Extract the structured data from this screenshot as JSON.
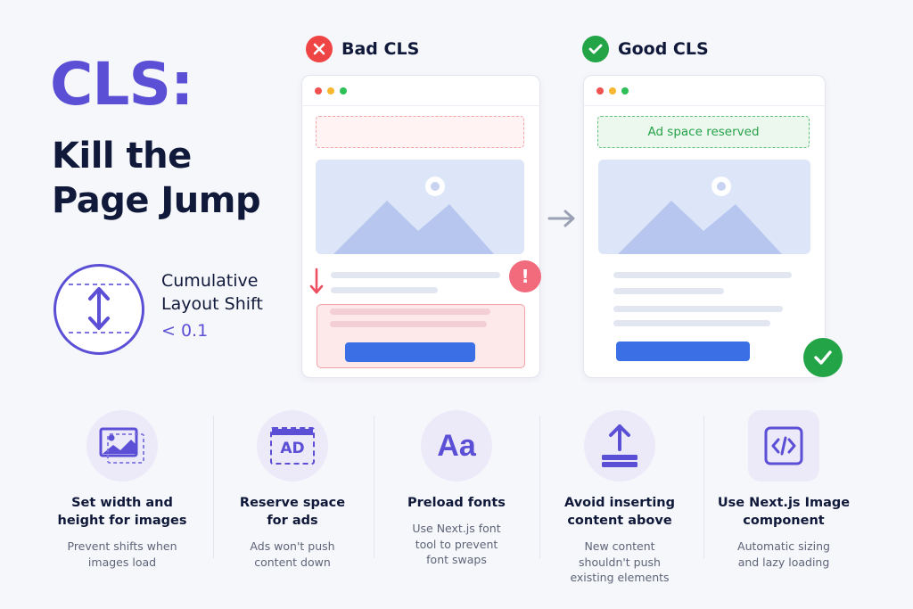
{
  "title": {
    "main": "CLS:",
    "sub_line1": "Kill the",
    "sub_line2": "Page Jump"
  },
  "metric": {
    "line1": "Cumulative",
    "line2": "Layout Shift",
    "value": "< 0.1",
    "icon": "vertical-double-arrow-icon"
  },
  "bad": {
    "label": "Bad CLS",
    "badge_icon": "x-icon",
    "badge_color": "#ef4444"
  },
  "good": {
    "label": "Good CLS",
    "badge_icon": "check-icon",
    "badge_color": "#22a447",
    "ad_label": "Ad space reserved"
  },
  "colors": {
    "accent": "#5b4fd6",
    "cta_blue": "#3b6fe5",
    "bad_red": "#ef4444",
    "good_green": "#22a447"
  },
  "tips": [
    {
      "icon": "image-frame-icon",
      "title_line1": "Set width and",
      "title_line2": "height for images",
      "desc_line1": "Prevent shifts when",
      "desc_line2": "images load",
      "desc_line3": ""
    },
    {
      "icon": "ad-icon",
      "icon_text": "AD",
      "title_line1": "Reserve space",
      "title_line2": "for ads",
      "desc_line1": "Ads won't push",
      "desc_line2": "content down",
      "desc_line3": ""
    },
    {
      "icon": "font-icon",
      "icon_text": "Aa",
      "title_line1": "Preload fonts",
      "title_line2": "",
      "desc_line1": "Use Next.js font",
      "desc_line2": "tool to prevent",
      "desc_line3": "font swaps"
    },
    {
      "icon": "upload-arrow-icon",
      "title_line1": "Avoid inserting",
      "title_line2": "content above",
      "desc_line1": "New content",
      "desc_line2": "shouldn't push",
      "desc_line3": "existing elements"
    },
    {
      "icon": "code-icon",
      "title_line1": "Use Next.js Image",
      "title_line2": "component",
      "desc_line1": "Automatic sizing",
      "desc_line2": "and lazy loading",
      "desc_line3": ""
    }
  ]
}
